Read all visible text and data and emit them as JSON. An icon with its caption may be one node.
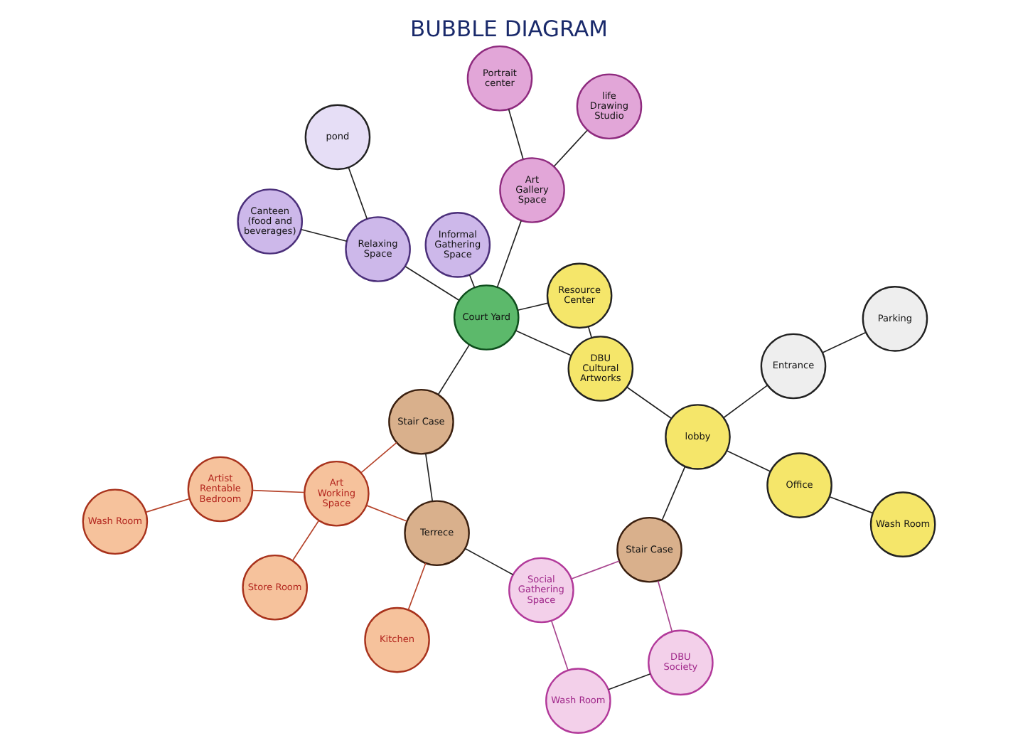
{
  "diagram": {
    "title": "BUBBLE DIAGRAM",
    "nodes": [
      {
        "text": [
          "Portrait center"
        ]
      },
      {
        "text": [
          "Art Gallery Space"
        ]
      },
      {
        "text": [
          "Canteen (food and beverages)"
        ]
      },
      {
        "text": [
          "Relaxing Space"
        ]
      },
      {
        "text": [
          "pond"
        ]
      },
      {
        "text": [
          "Wash Room"
        ]
      },
      {
        "text": [
          "life Drawing Studio"
        ]
      },
      {
        "text": [
          "Informal Gathering Space"
        ]
      },
      {
        "text": [
          "Stair Case"
        ]
      },
      {
        "text": [
          "Artist Rentable Bedroom"
        ]
      },
      {
        "text": [
          "Court Yard"
        ]
      },
      {
        "text": [
          "Resource Center"
        ]
      },
      {
        "text": [
          "Art Working Space"
        ]
      },
      {
        "text": [
          "Terrece"
        ]
      },
      {
        "text": [
          "Kitchen"
        ]
      },
      {
        "text": [
          "DBU Cultural Artworks"
        ]
      },
      {
        "text": [
          "Store Room"
        ]
      },
      {
        "text": [
          "Stair Case"
        ]
      },
      {
        "text": [
          "DBU Society"
        ]
      },
      {
        "text": [
          "lobby"
        ]
      },
      {
        "text": [
          "Social Gathering Space"
        ]
      },
      {
        "text": [
          "Wash Room"
        ]
      },
      {
        "text": [
          "Office"
        ]
      },
      {
        "text": [
          "Wash Room"
        ]
      },
      {
        "text": [
          "Entrance"
        ]
      },
      {
        "text": [
          "Parking"
        ]
      }
    ],
    "edges": [
      {
        "from": 0,
        "to": 1,
        "arrow": "none"
      },
      {
        "from": 1,
        "to": 6,
        "arrow": "none"
      },
      {
        "from": 1,
        "to": 10,
        "arrow": "none"
      },
      {
        "from": 2,
        "to": 3,
        "arrow": "none"
      },
      {
        "from": 3,
        "to": 4,
        "arrow": "none"
      },
      {
        "from": 3,
        "to": 10,
        "arrow": "none"
      },
      {
        "from": 5,
        "to": 9,
        "arrow": "none",
        "color": "#b5432a"
      },
      {
        "from": 7,
        "to": 10,
        "arrow": "none"
      },
      {
        "from": 8,
        "to": 10,
        "arrow": "none"
      },
      {
        "from": 8,
        "to": 12,
        "arrow": "none",
        "color": "#b5432a"
      },
      {
        "from": 8,
        "to": 13,
        "arrow": "none"
      },
      {
        "from": 9,
        "to": 12,
        "arrow": "none",
        "color": "#b5432a"
      },
      {
        "from": 11,
        "to": 10,
        "arrow": "none"
      },
      {
        "from": 10,
        "to": 15,
        "arrow": "none"
      },
      {
        "from": 11,
        "to": 15,
        "arrow": "none"
      },
      {
        "from": 12,
        "to": 13,
        "arrow": "none",
        "color": "#b5432a"
      },
      {
        "from": 12,
        "to": 16,
        "arrow": "none",
        "color": "#b5432a"
      },
      {
        "from": 13,
        "to": 14,
        "arrow": "none",
        "color": "#b5432a"
      },
      {
        "from": 13,
        "to": 20,
        "arrow": "none"
      },
      {
        "from": 17,
        "to": 18,
        "arrow": "none",
        "color": "#a8458f"
      },
      {
        "from": 17,
        "to": 20,
        "arrow": "none",
        "color": "#a8458f"
      },
      {
        "from": 17,
        "to": 19,
        "arrow": "none"
      },
      {
        "from": 19,
        "to": 15,
        "arrow": "none"
      },
      {
        "from": 18,
        "to": 23,
        "arrow": "none"
      },
      {
        "from": 20,
        "to": 23,
        "arrow": "none",
        "color": "#a8458f"
      },
      {
        "from": 19,
        "to": 22,
        "arrow": "none"
      },
      {
        "from": 19,
        "to": 24,
        "arrow": "none"
      },
      {
        "from": 22,
        "to": 21,
        "arrow": "none"
      },
      {
        "from": 24,
        "to": 25,
        "arrow": "none"
      }
    ]
  }
}
